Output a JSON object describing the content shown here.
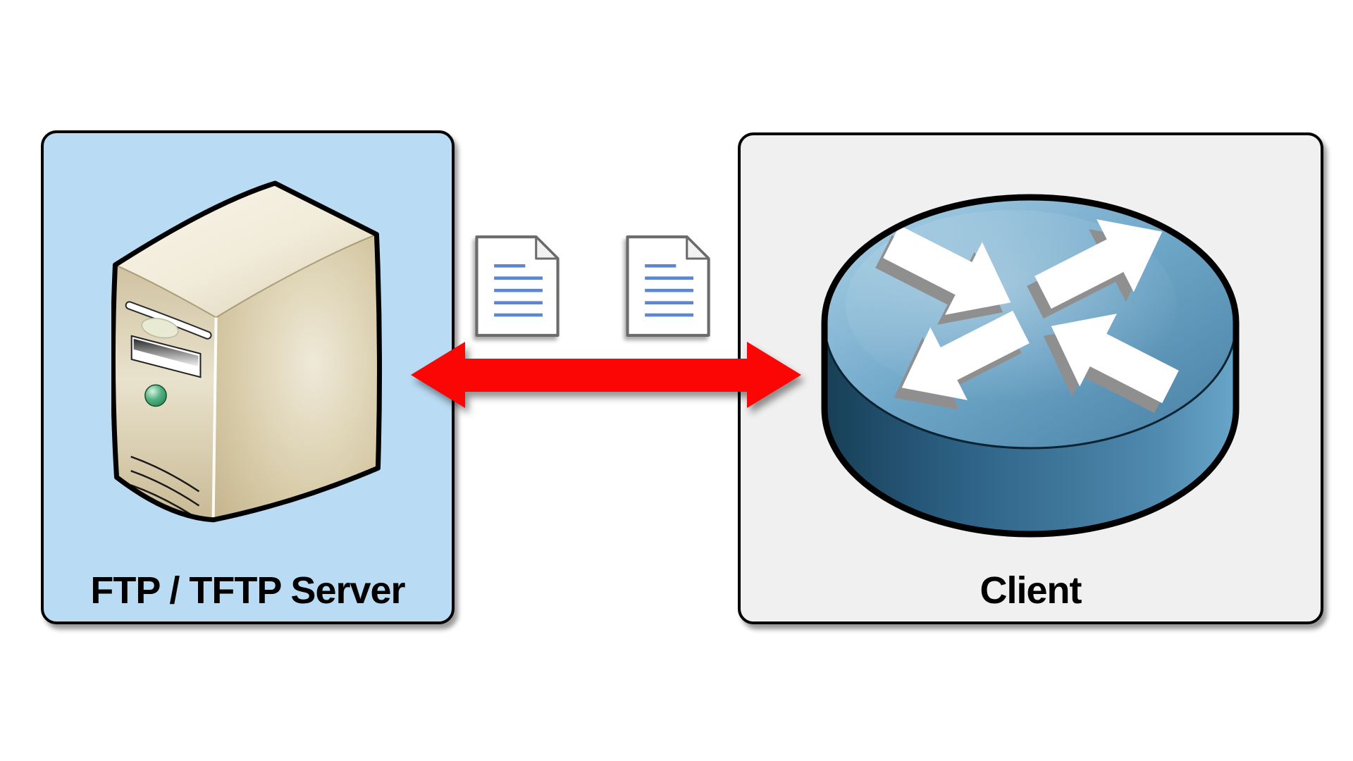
{
  "diagram": {
    "type": "network-file-transfer",
    "nodes": [
      {
        "id": "server",
        "label": "FTP / TFTP Server",
        "icon": "server-tower-icon"
      },
      {
        "id": "client",
        "label": "Client",
        "icon": "router-icon"
      }
    ],
    "connection": {
      "type": "bidirectional-arrow",
      "documents_in_transit": 2,
      "document_icon": "document-icon"
    }
  },
  "colors": {
    "background": "#ffffff",
    "server_box_fill": "#b9dbf3",
    "client_box_fill": "#f0f0f0",
    "box_border": "#000000",
    "arrow_red": "#fb0505",
    "doc_line_blue": "#5b87d2",
    "doc_border_gray": "#6b6b6b",
    "router_blue_top": "#9fcae3",
    "router_blue_side": "#2e6387",
    "server_beige": "#d5c8a6",
    "power_button_green": "#3fa872"
  }
}
